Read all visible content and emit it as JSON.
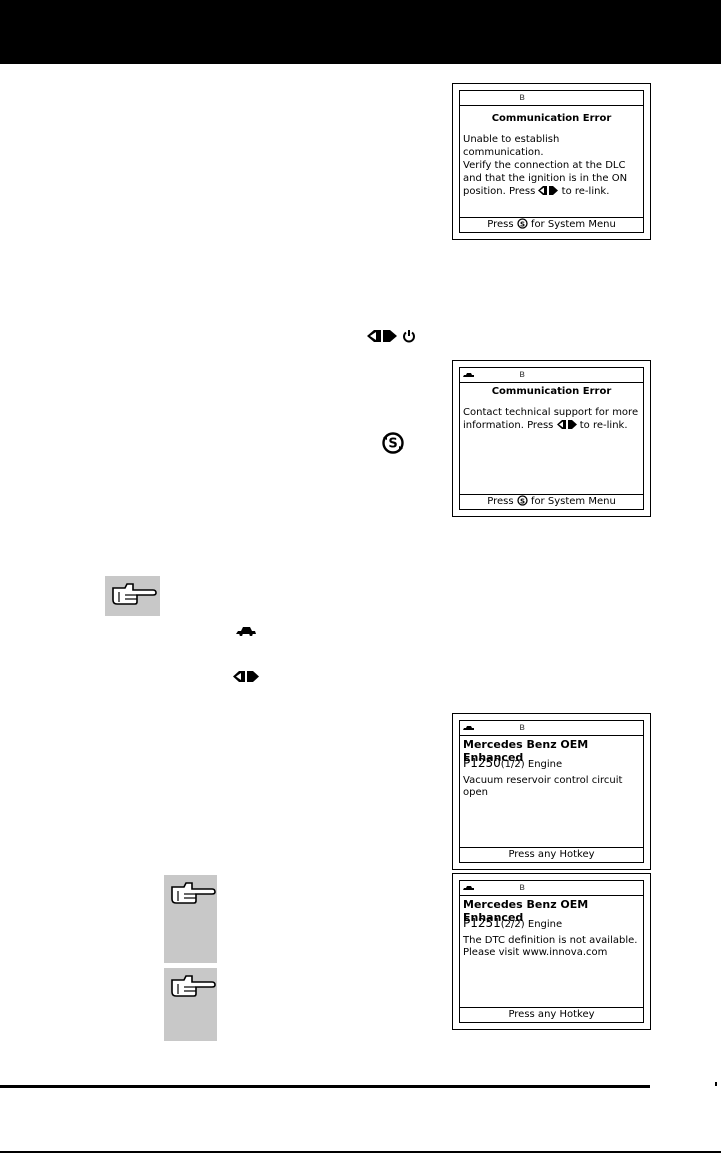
{
  "screen1": {
    "title": "Communication Error",
    "lines": [
      "Unable to establish communication.",
      "Verify the connection at the DLC",
      "and that the ignition is in the ON"
    ],
    "line4_pre": "position. Press",
    "line4_post": "to re-link.",
    "footer_pre": "Press",
    "footer_post": "for System Menu"
  },
  "screen2": {
    "title": "Communication Error",
    "line1": "Contact technical support for more",
    "line2_pre": "information. Press",
    "line2_post": "to re-link.",
    "footer_pre": "Press",
    "footer_post": "for System Menu"
  },
  "screen3": {
    "title": "Mercedes Benz OEM Enhanced",
    "code": "P1250",
    "index": "(1/2)",
    "module": "Engine",
    "desc": [
      "Vacuum reservoir control circuit",
      "open"
    ],
    "footer": "Press any Hotkey"
  },
  "screen4": {
    "title": "Mercedes Benz OEM Enhanced",
    "code": "P1251",
    "index": "(2/2)",
    "module": "Engine",
    "desc": [
      "The DTC definition is not available.",
      "Please visit www.innova.com"
    ],
    "footer": "Press any Hotkey"
  },
  "icons": {
    "bluetooth": "bluetooth-icon",
    "vehicle": "vehicle-icon",
    "link": "link-button-icon",
    "power": "power-icon",
    "system": "system-menu-icon",
    "note": "note-hand-icon"
  }
}
